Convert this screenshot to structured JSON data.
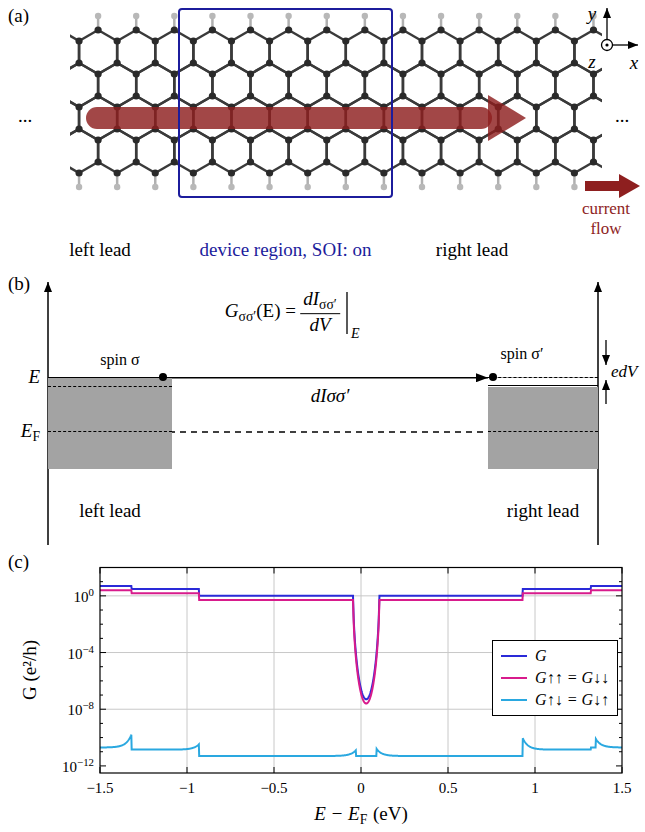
{
  "diagram": {
    "nodes": [
      {
        "text": [
          "device region, SOI: on"
        ]
      },
      {
        "text": [
          "left lead"
        ]
      },
      {
        "text": [
          "right lead"
        ]
      }
    ],
    "edges": [
      {
        "from": 1,
        "to": 2,
        "arrow": "to",
        "label": "dIσσ′"
      }
    ],
    "labels": [
      "(a)",
      "y",
      "z",
      "x",
      "...",
      "...",
      "left lead",
      "right lead",
      "current flow",
      "(b)",
      "G",
      "σσ′",
      "(E) =",
      "dI",
      "σσ′",
      "dV",
      "E",
      "spin σ",
      "spin σ′",
      "E",
      "E",
      "F",
      "edV",
      "(c)",
      "G (e²/h)",
      "10",
      "0",
      "10",
      "−4",
      "10",
      "−8",
      "10",
      "−12",
      "−1.5",
      "−1",
      "−0.5",
      "0",
      "0.5",
      "1",
      "1.5",
      "E − E",
      "F",
      "(eV)"
    ],
    "legend": [
      {
        "text": "G",
        "color": "#2a2ad8"
      },
      {
        "text": "G↑↑ = G↓↓",
        "color": "#d81b8c"
      },
      {
        "text": "G↑↓ = G↓↑",
        "color": "#2aa8e0"
      }
    ]
  }
}
